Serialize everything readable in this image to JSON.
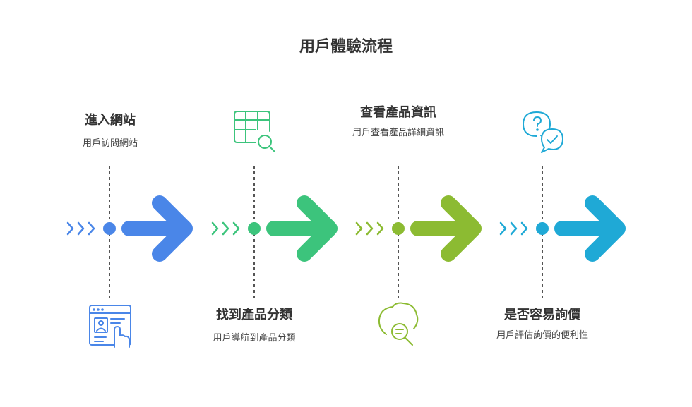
{
  "title": "用戶體驗流程",
  "steps": [
    {
      "title": "進入網站",
      "desc": "用戶訪問網站",
      "color": "#4a86e8",
      "icon": "webpage-user-click-icon"
    },
    {
      "title": "找到產品分類",
      "desc": "用戶導航到產品分類",
      "color": "#3cc47c",
      "icon": "table-search-icon"
    },
    {
      "title": "查看產品資訊",
      "desc": "用戶查看產品詳細資訊",
      "color": "#8cbb32",
      "icon": "chat-search-icon"
    },
    {
      "title": "是否容易詢價",
      "desc": "用戶評估詢價的便利性",
      "color": "#1fa9d6",
      "icon": "question-check-bubbles-icon"
    }
  ]
}
